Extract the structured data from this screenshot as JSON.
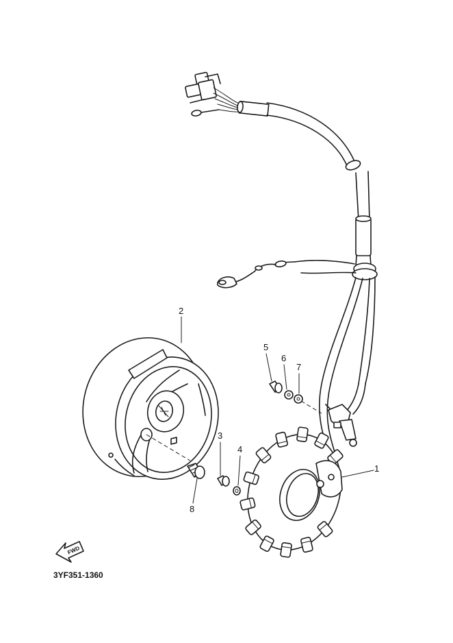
{
  "diagram": {
    "drawing_code": "3YF351-1360",
    "fwd_label": "FWD",
    "callouts": [
      "1",
      "2",
      "3",
      "4",
      "5",
      "6",
      "7",
      "8"
    ]
  }
}
